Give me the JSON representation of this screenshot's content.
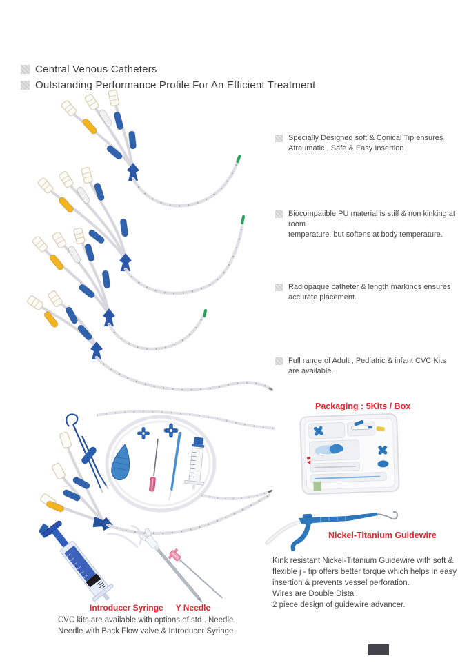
{
  "header": {
    "title": "Central Venous Catheters",
    "subtitle": "Outstanding Performance Profile For An Efficient Treatment"
  },
  "features": [
    {
      "lines": [
        "Specially Designed soft & Conical Tip ensures",
        "Atraumatic , Safe & Easy Insertion"
      ]
    },
    {
      "lines": [
        "Biocompatible PU material is stiff & non kinking at room",
        "temperature. but softens at body temperature."
      ]
    },
    {
      "lines": [
        "Radiopaque catheter & length  markings ensures",
        "accurate placement."
      ]
    },
    {
      "lines": [
        "Full range of Adult , Pediatric & infant CVC Kits",
        "are available."
      ]
    }
  ],
  "packaging": {
    "label": "Packaging : 5Kits / Box"
  },
  "guidewire": {
    "label": "Nickel-Titanium Guidewire",
    "lines": [
      "Kink resistant Nickel-Titanium Guidewire with soft &",
      "flexible j - tip offers better torque which helps in easy",
      "insertion & prevents vessel perforation.",
      "Wires are Double Distal.",
      "2 piece design of guidewire advancer."
    ]
  },
  "kit": {
    "syringe_label": "Introducer Syringe",
    "needle_label": "Y Needle",
    "lines": [
      "CVC kits are available with options of std . Needle ,",
      "Needle with Back Flow valve & Introducer Syringe ."
    ]
  },
  "colors": {
    "accent_red": "#e8232b",
    "medical_blue": "#2f63ad",
    "dark_blue": "#24509c",
    "clamp_yellow": "#f2b41f",
    "tip_green": "#2fa05e",
    "bullet_gray": "#d9d9d9",
    "text_gray": "#4a4a4a",
    "tube_gray": "#dfdfe4"
  }
}
